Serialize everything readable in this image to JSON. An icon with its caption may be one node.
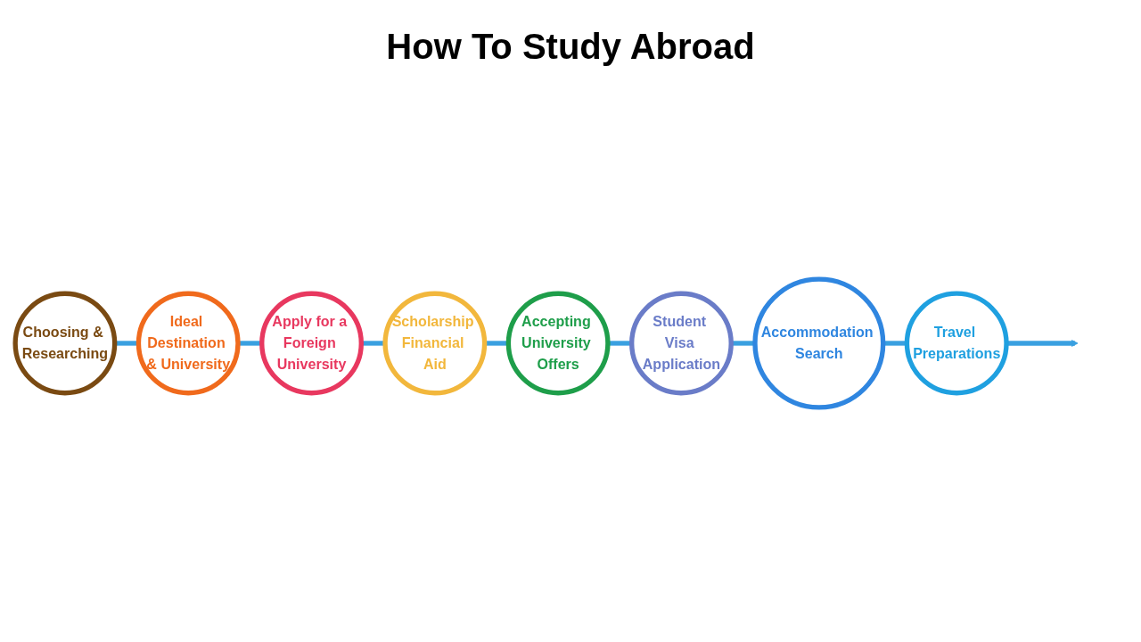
{
  "diagram": {
    "title": "How To Study Abroad",
    "nodes": [
      {
        "text": [
          "Choosing & Researching"
        ]
      },
      {
        "text": [
          "Ideal Destination & University"
        ]
      },
      {
        "text": [
          "Apply for a Foreign University"
        ]
      },
      {
        "text": [
          "Scholarship Financial Aid"
        ]
      },
      {
        "text": [
          "Accepting University Offers"
        ]
      },
      {
        "text": [
          "Student Visa Application"
        ]
      },
      {
        "text": [
          "Accommodation Search"
        ]
      },
      {
        "text": [
          "Travel Preparations"
        ]
      }
    ],
    "edges": [
      {
        "from": 0,
        "to": 1,
        "arrow": "none"
      },
      {
        "from": 1,
        "to": 2,
        "arrow": "none"
      },
      {
        "from": 2,
        "to": 3,
        "arrow": "none"
      },
      {
        "from": 3,
        "to": 4,
        "arrow": "none"
      },
      {
        "from": 4,
        "to": 5,
        "arrow": "none"
      },
      {
        "from": 5,
        "to": 6,
        "arrow": "none"
      },
      {
        "from": 6,
        "to": 7,
        "arrow": "none"
      },
      {
        "from": 7,
        "to": null,
        "arrow": "to"
      }
    ]
  }
}
